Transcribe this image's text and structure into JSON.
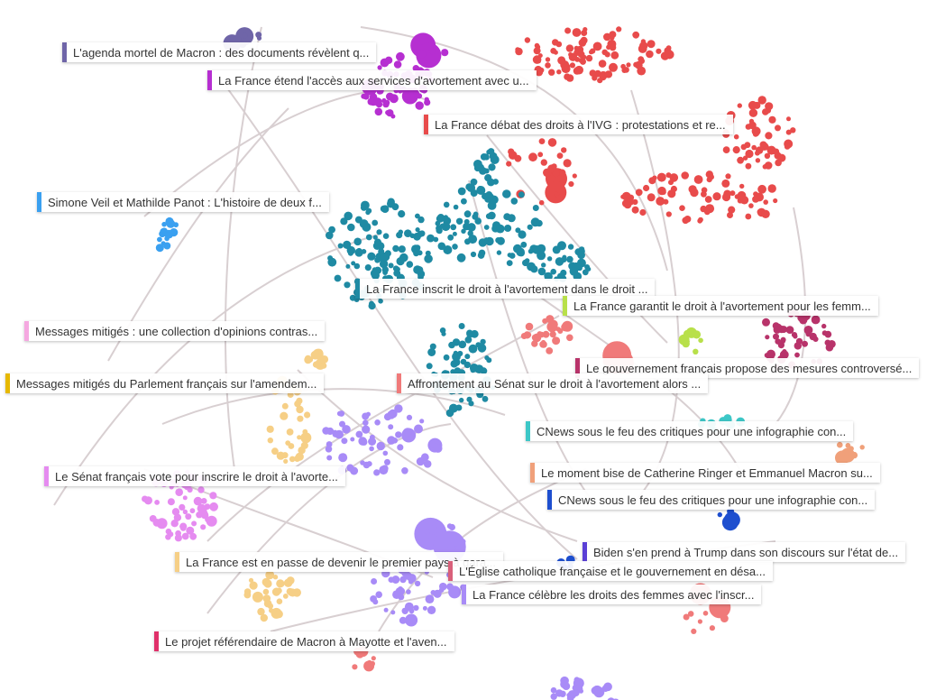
{
  "clusters": [
    {
      "id": "c-purple-top",
      "color": "#b62fd1"
    },
    {
      "id": "c-red",
      "color": "#e84b4b"
    },
    {
      "id": "c-teal",
      "color": "#1f8aa3"
    },
    {
      "id": "c-violet",
      "color": "#a88bf7"
    },
    {
      "id": "c-pink",
      "color": "#e58bf0"
    },
    {
      "id": "c-yellow",
      "color": "#f6cf86"
    },
    {
      "id": "c-salmon",
      "color": "#f07a7a"
    },
    {
      "id": "c-magenta",
      "color": "#b8336a"
    },
    {
      "id": "c-lime",
      "color": "#b8e04a"
    },
    {
      "id": "c-blue",
      "color": "#3aa0f0"
    },
    {
      "id": "c-cyan",
      "color": "#3dc7c7"
    },
    {
      "id": "c-orange",
      "color": "#f0a07a"
    },
    {
      "id": "c-navy",
      "color": "#1e4fcf"
    },
    {
      "id": "c-slate",
      "color": "#6f65a8"
    }
  ],
  "labels": [
    {
      "text": "L'agenda mortel de Macron : des documents révèlent q...",
      "color": "#6f65a8"
    },
    {
      "text": "La France étend l'accès aux services d'avortement avec u...",
      "color": "#b62fd1"
    },
    {
      "text": "La France débat des droits à l'IVG : protestations et re...",
      "color": "#e84b4b"
    },
    {
      "text": "Simone Veil et Mathilde Panot : L'histoire de deux f...",
      "color": "#3aa0f0"
    },
    {
      "text": "La France inscrit le droit à l'avortement dans le droit ...",
      "color": "#1f8aa3"
    },
    {
      "text": "La France garantit le droit à l'avortement pour les femm...",
      "color": "#b8e04a"
    },
    {
      "text": "Messages mitigés : une collection d'opinions contras...",
      "color": "#f5a8e0"
    },
    {
      "text": "Le gouvernement français propose des mesures controversé...",
      "color": "#b8336a"
    },
    {
      "text": "Messages mitigés du Parlement français sur l'amendem...",
      "color": "#e6b800"
    },
    {
      "text": "Affrontement au Sénat sur le droit à l'avortement alors ...",
      "color": "#f07a7a"
    },
    {
      "text": "CNews sous le feu des critiques pour une infographie con...",
      "color": "#3dc7c7"
    },
    {
      "text": "Le Sénat français vote pour inscrire le droit à l'avorte...",
      "color": "#e58bf0"
    },
    {
      "text": "Le moment bise de Catherine Ringer et Emmanuel Macron su...",
      "color": "#f0a07a"
    },
    {
      "text": "CNews sous le feu des critiques pour une infographie con...",
      "color": "#1e4fcf"
    },
    {
      "text": "Biden s'en prend à Trump dans son discours sur l'état de...",
      "color": "#5a3fd6"
    },
    {
      "text": "La France est en passe de devenir le premier pays à gara...",
      "color": "#f6cf86"
    },
    {
      "text": "L'Église catholique française et le gouvernement en désa...",
      "color": "#d9607a"
    },
    {
      "text": "La France célèbre les droits des femmes avec l'inscr...",
      "color": "#a88bf7"
    },
    {
      "text": "Le projet référendaire de Macron à Mayotte et l'aven...",
      "color": "#e0306a"
    }
  ]
}
